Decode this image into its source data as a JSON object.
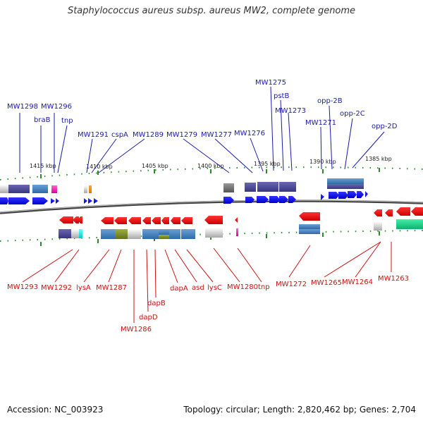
{
  "title": "Staphylococcus aureus subsp. aureus MW2, complete genome",
  "accession": "Accession: NC_003923",
  "summary": "Topology: circular; Length: 2,820,462 bp; Genes: 2,704",
  "ticks": [
    "1415 kbp",
    "1410 kbp",
    "1405 kbp",
    "1400 kbp",
    "1395 kbp",
    "1390 kbp",
    "1385 kbp"
  ],
  "top_labels": [
    "MW1298",
    "braB",
    "MW1296",
    "tnp",
    "MW1291",
    "cspA",
    "MW1289",
    "MW1279",
    "MW1277",
    "MW1276",
    "MW1275",
    "pstB",
    "MW1273",
    "MW1271",
    "opp-2B",
    "opp-2C",
    "opp-2D"
  ],
  "bottom_labels": [
    "MW1293",
    "MW1292",
    "lysA",
    "MW1287",
    "MW1286",
    "dapD",
    "dapB",
    "dapA",
    "asd",
    "lysC",
    "MW1280",
    "tnp",
    "MW1272",
    "MW1265",
    "MW1264",
    "MW1263"
  ],
  "colors": {
    "forward": "#0000ee",
    "reverse": "#ee0000",
    "top_label": "#1a1aaa",
    "bottom_label": "#cc1111",
    "tick_mark": "#2a8a2a"
  }
}
